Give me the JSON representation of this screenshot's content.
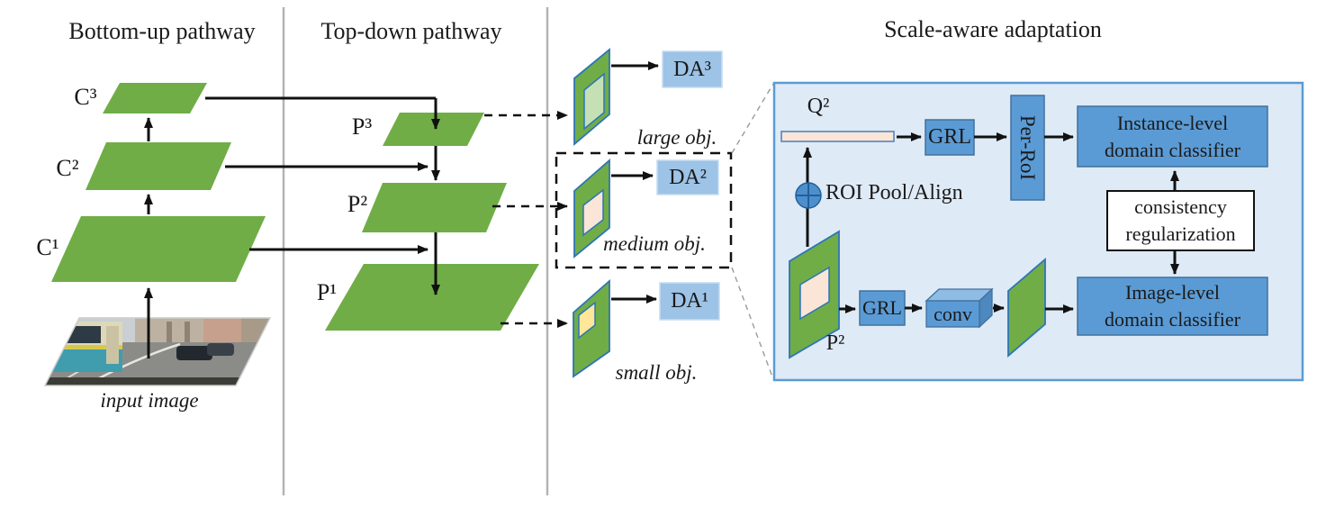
{
  "figure": {
    "bottom_up": {
      "title": "Bottom-up pathway",
      "c3": "C³",
      "c2": "C²",
      "c1": "C¹",
      "input_label": "input image"
    },
    "top_down": {
      "title": "Top-down pathway",
      "p3": "P³",
      "p2": "P²",
      "p1": "P¹"
    },
    "da_branches": {
      "large": {
        "da": "DA³",
        "label": "large obj."
      },
      "medium": {
        "da": "DA²",
        "label": "medium obj."
      },
      "small": {
        "da": "DA¹",
        "label": "small obj."
      }
    },
    "adaptation": {
      "title": "Scale-aware adaptation",
      "q_label": "Q²",
      "roi_pool": "ROI Pool/Align",
      "grl_top": "GRL",
      "per_roi": "Per-RoI",
      "instance_line1": "Instance-level",
      "instance_line2": "domain classifier",
      "consistency_line1": "consistency",
      "consistency_line2": "regularization",
      "p2_label": "P²",
      "grl_bottom": "GRL",
      "conv": "conv",
      "image_line1": "Image-level",
      "image_line2": "domain classifier"
    },
    "colors": {
      "feature_green": "#70AD47",
      "box_blue": "#5B9BD5",
      "box_blue_border": "#41719C",
      "da_fill": "#9DC3E6",
      "panel_bg": "#DEEAF6",
      "panel_border": "#5B9BD5",
      "peach": "#FBE5D6",
      "inner_green": "#C5E0B4",
      "inner_yellow": "#FFE699",
      "shape_border": "#2E75B6",
      "arrow_black": "#111111",
      "divider_gray": "#b3b3b3"
    }
  }
}
